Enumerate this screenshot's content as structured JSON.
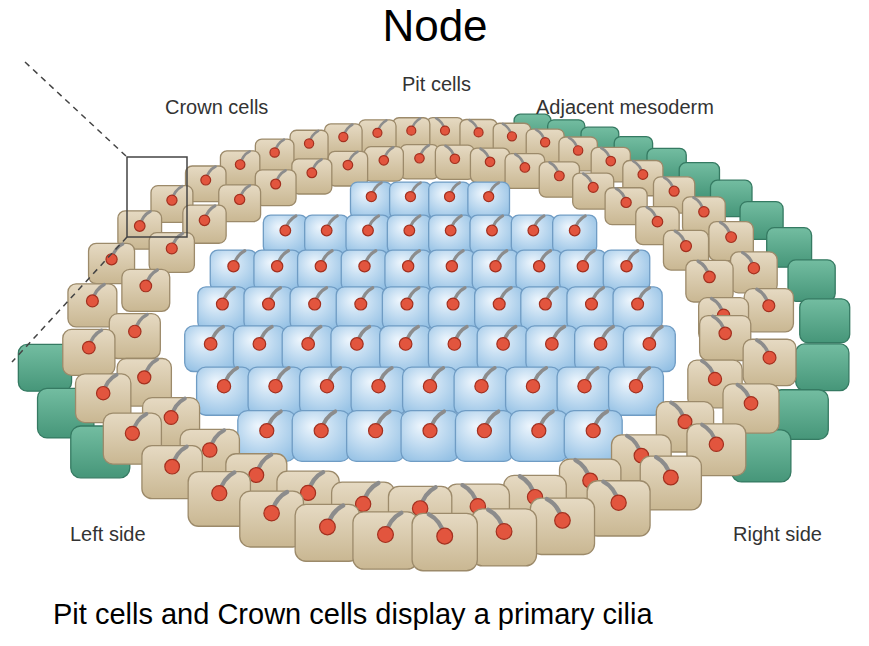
{
  "diagram": {
    "title": "Node",
    "caption": "Pit cells and Crown cells display a primary cilia",
    "labels": [
      "Crown cells",
      "Pit cells",
      "Adjacent mesoderm",
      "Left side",
      "Right side"
    ]
  }
}
